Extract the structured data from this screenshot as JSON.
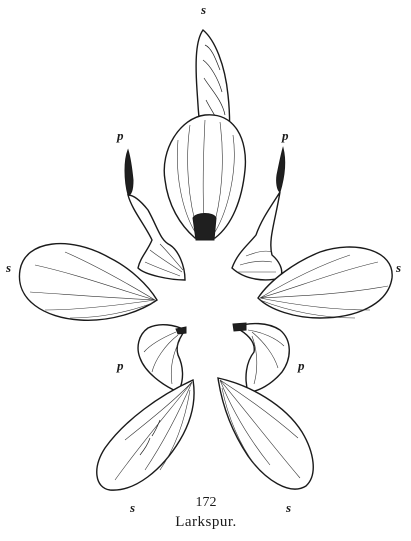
{
  "labels": {
    "spur_sepal": "s",
    "petal_upper_left": "p",
    "petal_upper_right": "p",
    "sepal_left": "s",
    "sepal_right": "s",
    "petal_lower_left": "p",
    "petal_lower_right": "p",
    "sepal_bottom_left": "s",
    "sepal_bottom_right": "s"
  },
  "caption": {
    "number": "172",
    "title": "Larkspur."
  }
}
